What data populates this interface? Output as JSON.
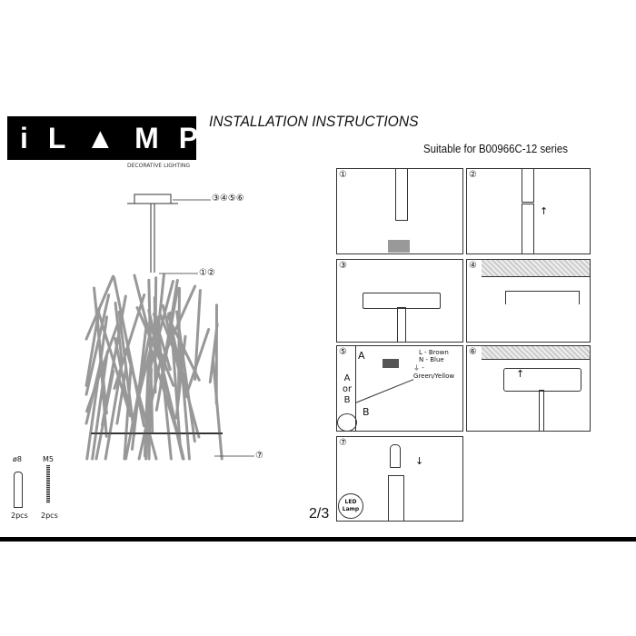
{
  "logo": {
    "text": "iLAMP",
    "tagline": "DECORATIVE LIGHTING"
  },
  "header": {
    "title": "INSTALLATION  INSTRUCTIONS",
    "subtitle": "Suitable for B00966C-12 series"
  },
  "callouts": {
    "top": "③④⑤⑥",
    "middle": "①②",
    "bottom": "⑦"
  },
  "parts": [
    {
      "label": "ø8",
      "qty": "2pcs"
    },
    {
      "label": "M5",
      "qty": "2pcs"
    }
  ],
  "steps": [
    {
      "num": "①"
    },
    {
      "num": "②"
    },
    {
      "num": "③"
    },
    {
      "num": "④"
    },
    {
      "num": "⑤",
      "labels": {
        "a": "A",
        "or": "A or B",
        "b": "B",
        "l": "L - Brown",
        "n": "N - Blue",
        "g": "⏚ - Green/Yellow"
      }
    },
    {
      "num": "⑥"
    },
    {
      "num": "⑦",
      "badge": "LED Lamp"
    }
  ],
  "page": "2/3"
}
